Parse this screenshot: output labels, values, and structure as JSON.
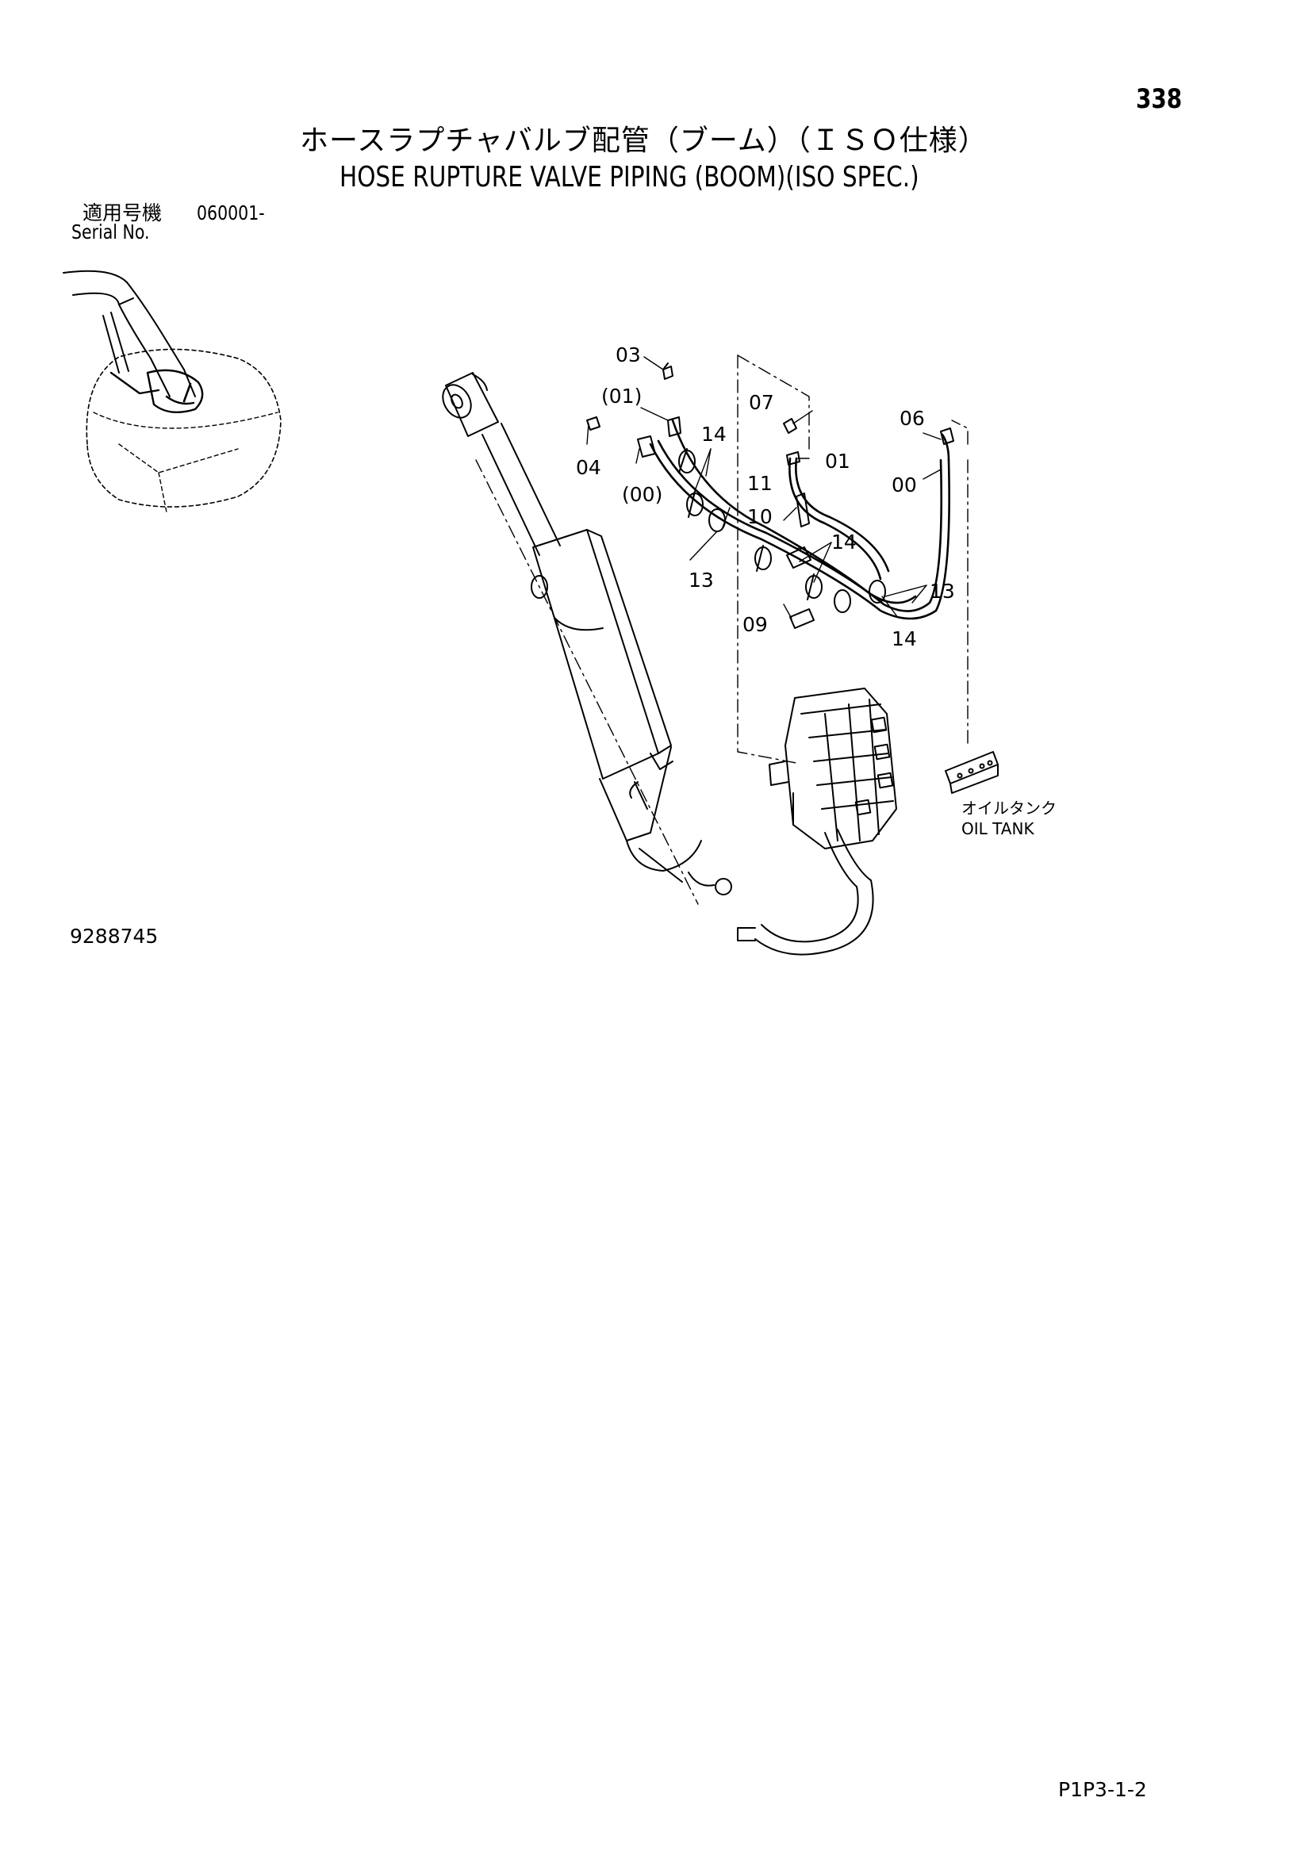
{
  "page_number": "338",
  "title_jp": "ホースラプチャバルブ配管（ブーム）（ＩＳＯ仕様）",
  "title_en": "HOSE RUPTURE VALVE PIPING (BOOM)(ISO SPEC.)",
  "serial": {
    "label_jp": "適用号機",
    "range": "060001-",
    "label_en": "Serial No."
  },
  "figure_number": "9288745",
  "page_code": "P1P3-1-2",
  "diagram": {
    "callouts": {
      "c03": "03",
      "c01p": "(01)",
      "c04": "04",
      "c00p": "(00)",
      "c14a": "14",
      "c13a": "13",
      "c07": "07",
      "c01": "01",
      "c11": "11",
      "c10": "10",
      "c14b": "14",
      "c09": "09",
      "c06": "06",
      "c00": "00",
      "c13b": "13",
      "c14c": "14"
    },
    "oil_tank_jp": "オイルタンク",
    "oil_tank_en": "OIL TANK"
  }
}
